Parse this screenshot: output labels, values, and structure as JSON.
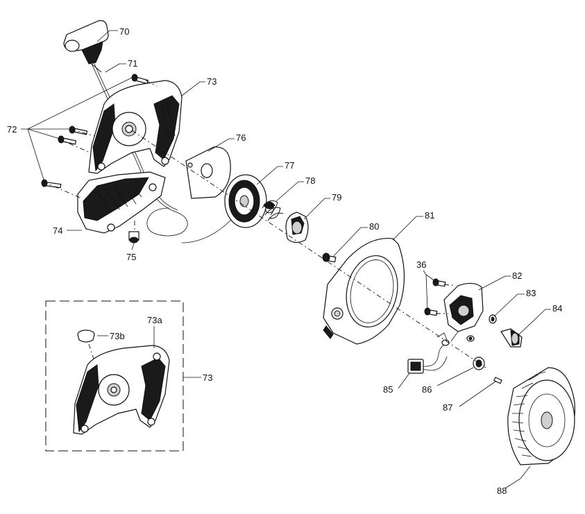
{
  "labels": {
    "l70": "70",
    "l71": "71",
    "l72": "72",
    "l73": "73",
    "l73i": "73",
    "l73a": "73a",
    "l73b": "73b",
    "l74": "74",
    "l75": "75",
    "l76": "76",
    "l77": "77",
    "l78": "78",
    "l79": "79",
    "l80": "80",
    "l81": "81",
    "l36": "36",
    "l82": "82",
    "l83": "83",
    "l84": "84",
    "l85": "85",
    "l86": "86",
    "l87": "87",
    "l88": "88"
  }
}
